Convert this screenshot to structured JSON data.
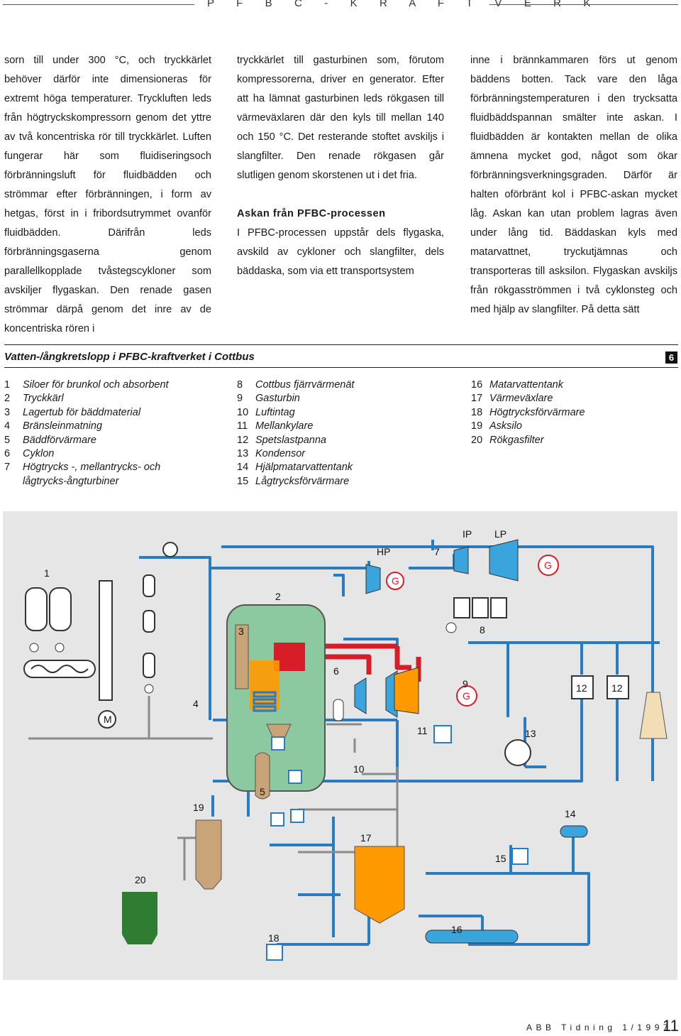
{
  "header": {
    "title": "P F B C - K R A F T V E R K"
  },
  "columns": {
    "col1": "sorn till under 300 °C, och tryckkärlet behöver därför inte dimensioneras för extremt höga temperaturer. Tryckluften leds från högtryckskompressorn genom det yttre av två koncentriska rör till tryckkärlet. Luften fungerar här som fluidiseringsoch förbränningsluft för fluidbädden och strömmar efter förbränningen, i form av hetgas, först in i fribordsutrymmet ovanför fluidbädden. Därifrån leds förbränningsgaserna genom parallellkopplade tvåstegscykloner som avskiljer flygaskan. Den renade gasen strömmar därpå genom det inre av de koncentriska rören i",
    "col2_p1": "tryckkärlet till gasturbinen som, förutom kompressorerna, driver en generator. Efter att ha lämnat gasturbinen leds rökgasen till värmeväxlaren där den kyls till mellan 140 och 150 °C. Det resterande stoftet avskiljs i slangfilter. Den renade rökgasen går slutligen genom skorstenen ut i det fria.",
    "col2_heading": "Askan från PFBC-processen",
    "col2_p2": "I PFBC-processen uppstår dels flygaska, avskild av cykloner och slangfilter, dels bäddaska, som via ett transportsystem",
    "col3": "inne i brännkammaren förs ut genom bäddens botten. Tack vare den låga förbränningstemperaturen i den trycksatta fluidbäddspannan smälter inte askan. I fluidbädden är kontakten mellan de olika ämnena mycket god, något som ökar förbränningsverkningsgraden. Därför är halten oförbränt kol i PFBC-askan mycket låg. Askan kan utan problem lagras även under lång tid. Bäddaskan kyls med matarvattnet, tryckutjämnas och transporteras till asksilon. Flygaskan avskiljs från rökgasströmmen i två cyklonsteg och med hjälp av slangfilter. På detta sätt"
  },
  "figure": {
    "title": "Vatten-/ångkretslopp i PFBC-kraftverket i Cottbus",
    "number": "6",
    "legend": [
      [
        {
          "n": "1",
          "label": "Siloer för brunkol och absorbent"
        },
        {
          "n": "2",
          "label": "Tryckkärl"
        },
        {
          "n": "3",
          "label": "Lagertub för bäddmaterial"
        },
        {
          "n": "4",
          "label": "Bränsleinmatning"
        },
        {
          "n": "5",
          "label": "Bäddförvärmare"
        },
        {
          "n": "6",
          "label": "Cyklon"
        },
        {
          "n": "7",
          "label": "Högtrycks -, mellantrycks- och"
        },
        {
          "n": "",
          "label": "lågtrycks-ångturbiner"
        }
      ],
      [
        {
          "n": "8",
          "label": "Cottbus fjärrvärmenät"
        },
        {
          "n": "9",
          "label": "Gasturbin"
        },
        {
          "n": "10",
          "label": "Luftintag"
        },
        {
          "n": "11",
          "label": "Mellankylare"
        },
        {
          "n": "12",
          "label": "Spetslastpanna"
        },
        {
          "n": "13",
          "label": "Kondensor"
        },
        {
          "n": "14",
          "label": "Hjälpmatarvattentank"
        },
        {
          "n": "15",
          "label": "Lågtrycksförvärmare"
        }
      ],
      [
        {
          "n": "16",
          "label": "Matarvattentank"
        },
        {
          "n": "17",
          "label": "Värmeväxlare"
        },
        {
          "n": "18",
          "label": "Högtrycksförvärmare"
        },
        {
          "n": "19",
          "label": "Asksilo"
        },
        {
          "n": "20",
          "label": "Rökgasfilter"
        }
      ]
    ],
    "labels": {
      "n1": "1",
      "n2": "2",
      "n3": "3",
      "n4": "4",
      "n5": "5",
      "n6": "6",
      "n7": "7",
      "n8": "8",
      "n9": "9",
      "n10": "10",
      "n11": "11",
      "n12a": "12",
      "n12b": "12",
      "n13": "13",
      "n14": "14",
      "n15": "15",
      "n16": "16",
      "n17": "17",
      "n18": "18",
      "n19": "19",
      "n20": "20",
      "hp": "HP",
      "ip": "IP",
      "lp": "LP",
      "g1": "G",
      "g2": "G",
      "g3": "G",
      "m": "M"
    }
  },
  "footer": {
    "text": "ABB Tidning 1/1997",
    "page": "11"
  }
}
